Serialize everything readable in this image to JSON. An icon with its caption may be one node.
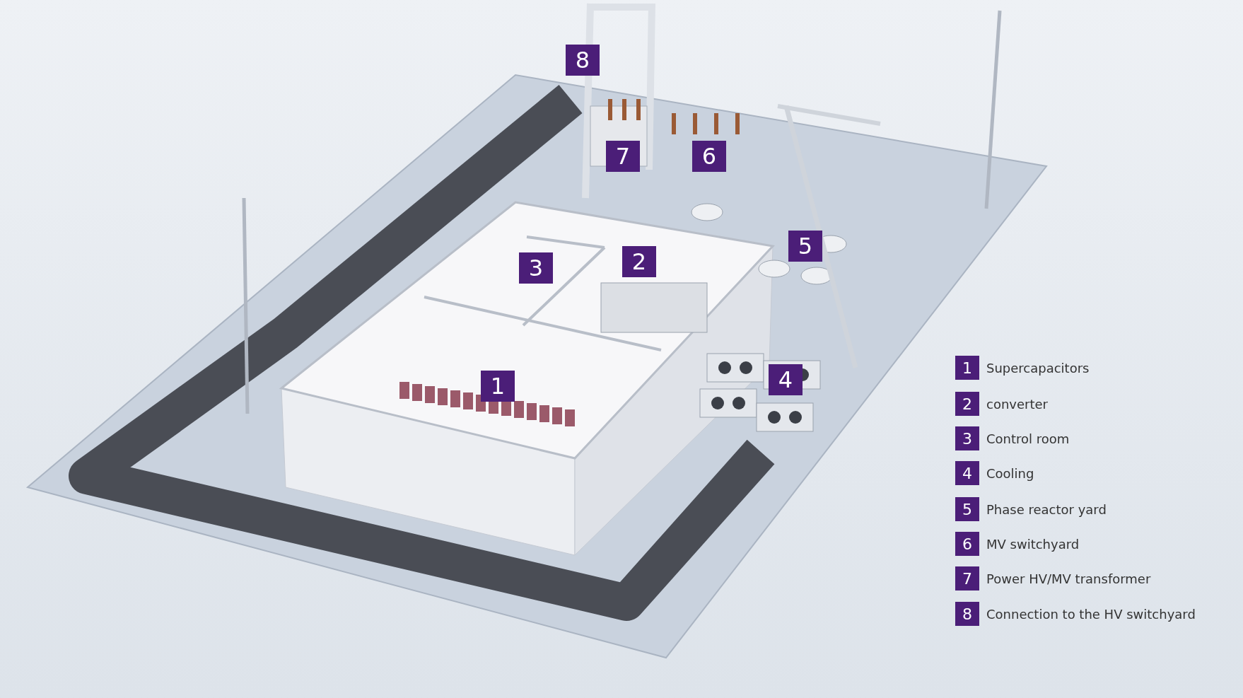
{
  "diagram": {
    "labels": [
      "8",
      "7",
      "6",
      "3",
      "2",
      "5",
      "1",
      "4",
      "1",
      "Supercapacitors",
      "2",
      "converter",
      "3",
      "Control room",
      "4",
      "Cooling",
      "5",
      "Phase reactor yard",
      "6",
      "MV switchyard",
      "7",
      "Power HV/MV transformer",
      "8",
      "Connection to the HV switchyard"
    ]
  }
}
